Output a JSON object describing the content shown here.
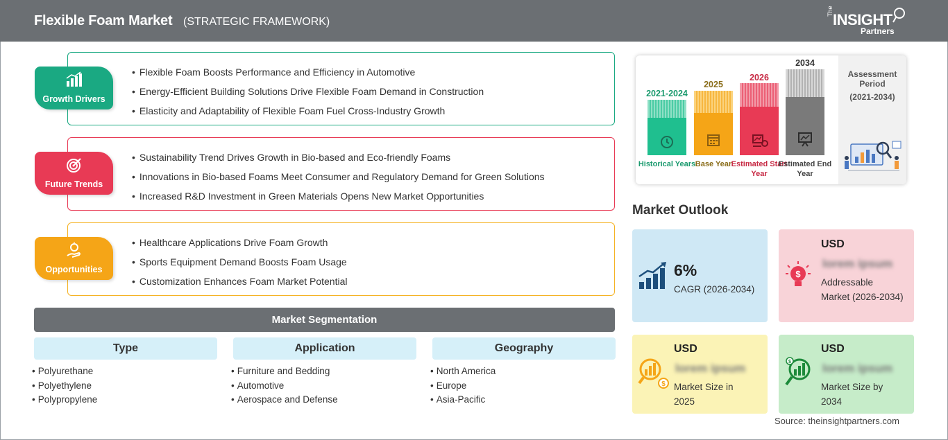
{
  "header": {
    "title": "Flexible Foam Market",
    "subtitle": "(STRATEGIC FRAMEWORK)",
    "logo": {
      "the": "The",
      "insight": "INSIGHT",
      "partners": "Partners"
    }
  },
  "framework": {
    "growth_drivers": {
      "label": "Growth Drivers",
      "color": "#1aa982",
      "items": [
        "Flexible Foam Boosts Performance and Efficiency in Automotive",
        "Energy-Efficient Building Solutions Drive Flexible Foam Demand in Construction",
        "Elasticity and Adaptability of Flexible Foam Fuel Cross-Industry Growth"
      ]
    },
    "future_trends": {
      "label": "Future Trends",
      "color": "#e83a55",
      "items": [
        "Sustainability Trend Drives Growth in Bio-based and Eco-friendly Foams",
        "Innovations in Bio-based Foams Meet Consumer and Regulatory Demand for Green Solutions",
        "Increased R&D Investment in Green Materials Opens New Market Opportunities"
      ]
    },
    "opportunities": {
      "label": "Opportunities",
      "color": "#f5a517",
      "items": [
        "Healthcare Applications Drive Foam Growth",
        "Sports Equipment Demand Boosts Foam Usage",
        "Customization Enhances Foam Market Potential"
      ]
    }
  },
  "segmentation": {
    "title": "Market Segmentation",
    "columns": [
      {
        "head": "Type",
        "items": [
          "Polyurethane",
          "Polyethylene",
          "Polypropylene"
        ]
      },
      {
        "head": "Application",
        "items": [
          "Furniture and Bedding",
          "Automotive",
          "Aerospace and Defense"
        ]
      },
      {
        "head": "Geography",
        "items": [
          "North America",
          "Europe",
          "Asia-Pacific"
        ]
      }
    ]
  },
  "period": {
    "side_title": "Assessment Period",
    "side_range": "(2021-2034)",
    "columns": [
      {
        "year": "2021-2024",
        "caption": "Historical Years",
        "color": "#1fbf8f",
        "year_color": "#1a9a6e",
        "icon": "history-icon"
      },
      {
        "year": "2025",
        "caption": "Base Year",
        "color": "#f5a517",
        "year_color": "#8a6d1a",
        "icon": "calendar-icon"
      },
      {
        "year": "2026",
        "caption": "Estimated Start Year",
        "color": "#e83a55",
        "year_color": "#c72a44",
        "icon": "start-chart-icon"
      },
      {
        "year": "2034",
        "caption": "Estimated End Year",
        "color": "#7a7a7a",
        "year_color": "#333333",
        "icon": "presentation-icon"
      }
    ]
  },
  "outlook": {
    "title": "Market Outlook",
    "cagr": {
      "value": "6%",
      "label": "CAGR (2026-2034)",
      "bg": "#cfe8f5"
    },
    "addressable": {
      "usd": "USD",
      "value": "lorem ipsum",
      "label": "Addressable Market (2026-2034)",
      "bg": "#f8d3d8"
    },
    "size_2025": {
      "usd": "USD",
      "value": "lorem ipsum",
      "label": "Market Size in 2025",
      "bg": "#fbf3b6"
    },
    "size_2034": {
      "usd": "USD",
      "value": "lorem ipsum",
      "label": "Market Size by 2034",
      "bg": "#c6ecc9"
    }
  },
  "source": "Source: theinsightpartners.com"
}
